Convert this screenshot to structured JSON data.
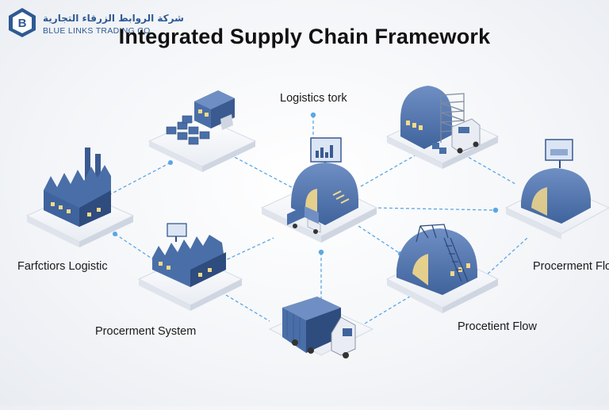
{
  "header": {
    "logo_arabic": "شركة الروابط الزرقاء التجارية",
    "logo_english": "BLUE LINKS TRADING CO.",
    "title": "Integrated Supply Chain Framework"
  },
  "labels": {
    "logistics_network": "Logistics tork",
    "factories_logistics": "Farfctiors Logistic",
    "procurement_system": "Procerment System",
    "procurement_flow_right": "Procerment Flo",
    "procurement_flow_bottom": "Procetient Flow"
  },
  "colors": {
    "building": "#4a6fa8",
    "building_dark": "#2f4c7e",
    "building_light": "#6f8fc4",
    "platform": "#f4f6fa",
    "connector": "#5aa6e6",
    "window_glow": "#f5d98a"
  },
  "icons": [
    "brand-logo-icon",
    "chart-sign-icon",
    "crane-icon",
    "truck-icon",
    "container-truck-icon"
  ]
}
